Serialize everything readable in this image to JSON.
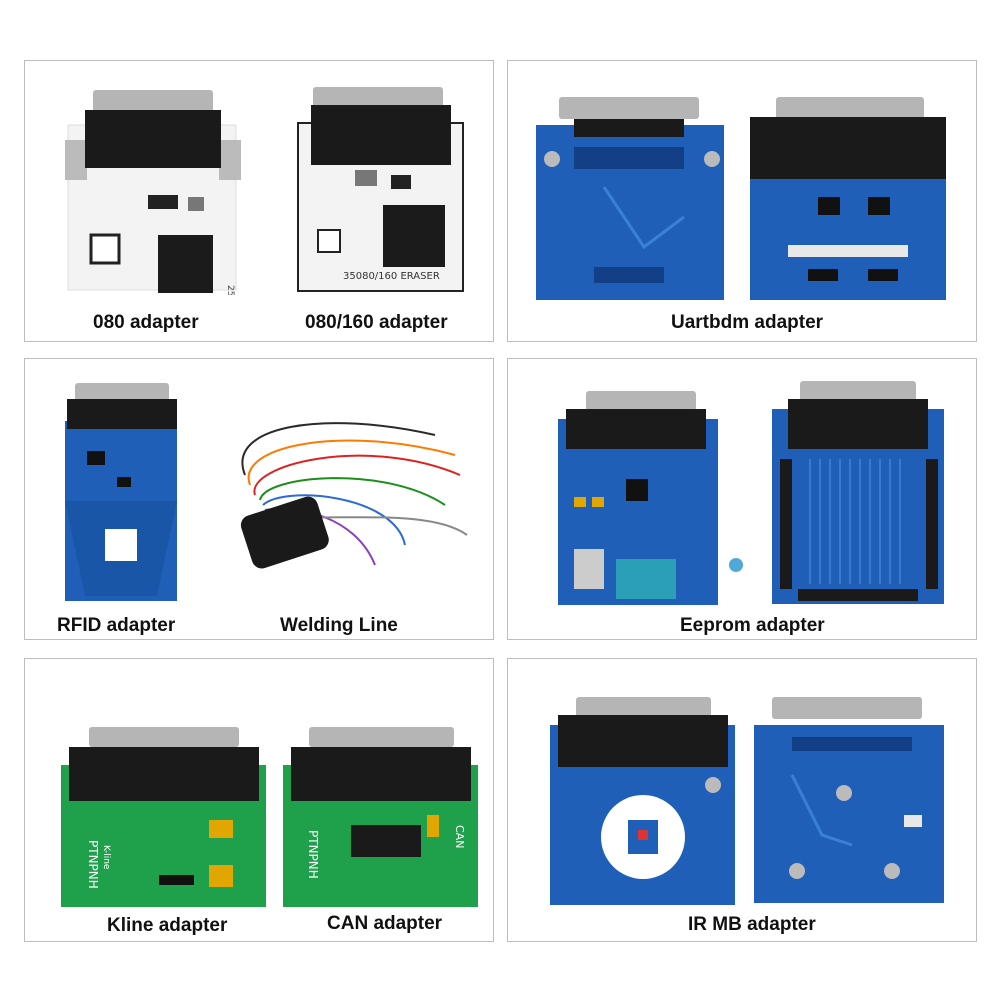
{
  "panels": [
    {
      "captions": [
        "080 adapter",
        "080/160 adapter"
      ]
    },
    {
      "captions": [
        "Uartbdm adapter"
      ]
    },
    {
      "captions": [
        "RFID adapter",
        "Welding Line"
      ]
    },
    {
      "captions": [
        "Eeprom adapter"
      ]
    },
    {
      "captions": [
        "Kline adapter",
        "CAN adapter"
      ]
    },
    {
      "captions": [
        "IR MB adapter"
      ]
    }
  ],
  "board_text": {
    "eraser": "35080/160 ERASER",
    "kline_brand": "PTNPNH",
    "kline_label": "K-line",
    "can_brand": "PTNPNH",
    "can_label": "CAN"
  },
  "colors": {
    "white_board": "#f2f2f2",
    "blue_board": "#1f5fb8",
    "green_board": "#1fa04a",
    "connector": "#1a1a1a",
    "pins": "#c9c9c9"
  }
}
